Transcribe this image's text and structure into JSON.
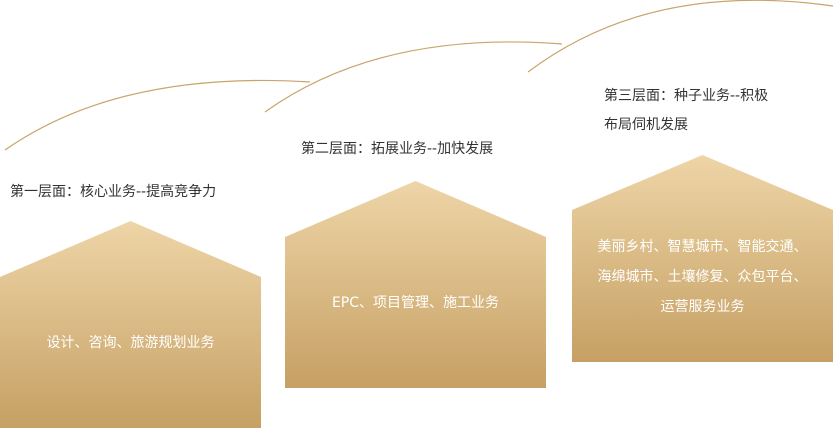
{
  "levels": [
    {
      "title": "第一层面：核心业务--提高竞争力",
      "content": "设计、咨询、旅游规划业务"
    },
    {
      "title": "第二层面：拓展业务--加快发展",
      "content": "EPC、项目管理、施工业务"
    },
    {
      "title_line1": "第三层面：种子业务--积极",
      "title_line2": "布局伺机发展",
      "content_lines": [
        "美丽乡村、智慧城市、智能交通、",
        "海绵城市、土壤修复、众包平台、",
        "运营服务业务"
      ]
    }
  ],
  "colors": {
    "arc": "#c9a46b",
    "house_top": "#eed5a7",
    "house_bottom": "#c6a064"
  }
}
